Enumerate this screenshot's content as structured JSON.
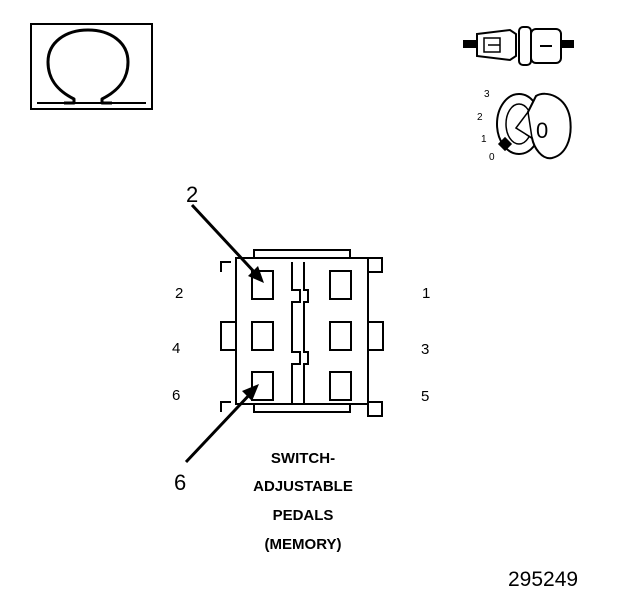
{
  "symbol_icon": "ohm-symbol-icon",
  "key_icon": "ignition-key-icon",
  "connector_icon": "connector-plug-icon",
  "key_positions": [
    "3",
    "2",
    "1",
    "0"
  ],
  "key_digit": "0",
  "callouts": [
    "2",
    "6"
  ],
  "pin_labels": {
    "left": [
      "2",
      "4",
      "6"
    ],
    "right": [
      "1",
      "3",
      "5"
    ]
  },
  "caption": [
    "SWITCH-",
    "ADJUSTABLE",
    "PEDALS",
    "(MEMORY)"
  ],
  "figure_number": "295249"
}
